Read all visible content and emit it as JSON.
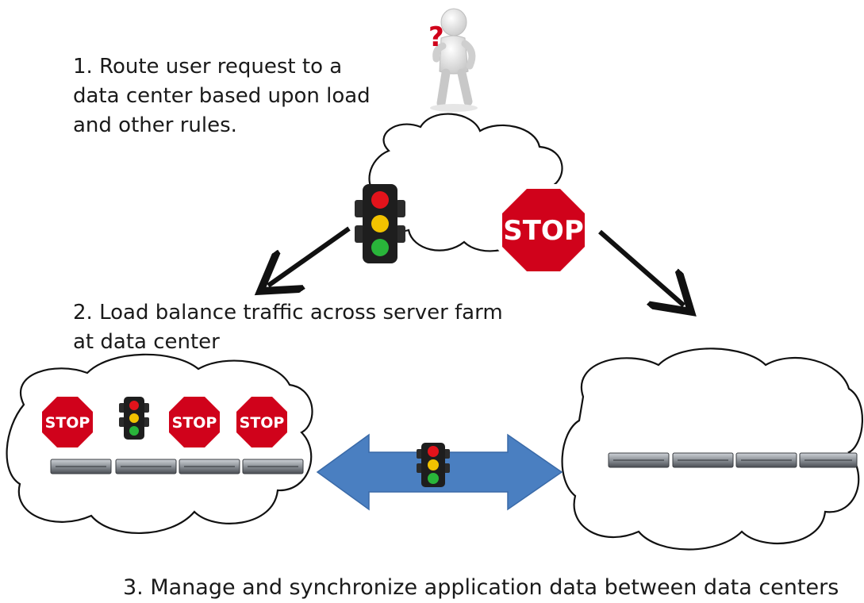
{
  "steps": {
    "step1": "1.  Route user request to a\ndata center based upon load\nand other rules.",
    "step2": "2.  Load balance traffic across server farm\nat data center",
    "step3": "3.  Manage and synchronize application data between data centers"
  },
  "signs": {
    "stop_text": "STOP"
  },
  "icons": {
    "person": "person-question-icon",
    "traffic_light": "traffic-light-icon",
    "stop_sign": "stop-sign-icon",
    "server": "server-icon",
    "cloud": "cloud-icon",
    "arrow": "arrow-icon",
    "double_arrow": "double-arrow-icon"
  },
  "colors": {
    "stop_red": "#d0021b",
    "double_arrow_blue": "#4a7fc1",
    "light_red": "#e3131b",
    "light_yellow": "#f2c200",
    "light_green": "#29b53a"
  }
}
